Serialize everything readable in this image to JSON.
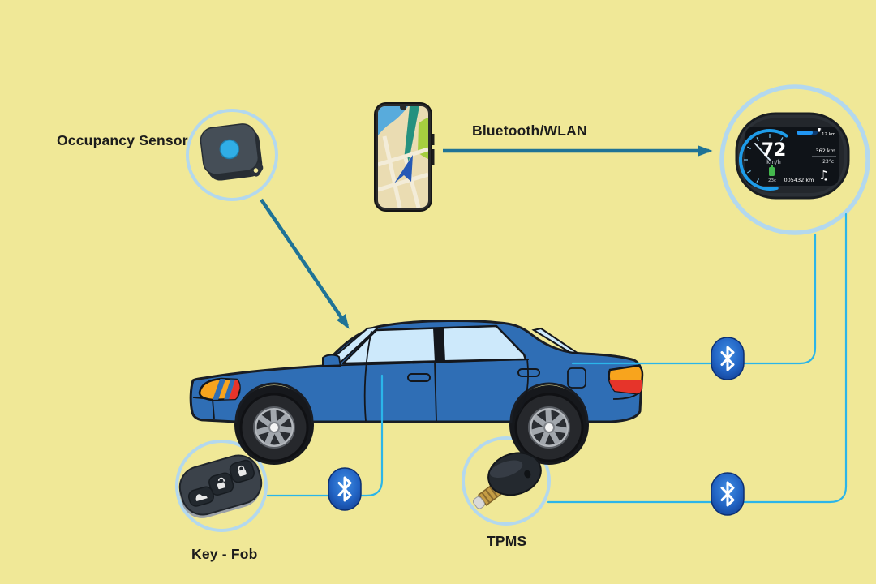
{
  "labels": {
    "occupancy_sensor": "Occupancy Sensor",
    "connection": "Bluetooth/WLAN",
    "key_fob": "Key - Fob",
    "tpms": "TPMS"
  },
  "dashboard": {
    "speed_value": "72",
    "speed_unit": "km/h",
    "fuel_range": "12 km",
    "range_total": "362 km",
    "outside_temp": "23°c",
    "battery_temp": "23c",
    "odometer": "005432 km",
    "music_icon": "♫"
  },
  "icons": {
    "bluetooth": "bluetooth-rune",
    "music_note": "♫",
    "lock": "padlock-closed",
    "unlock": "padlock-open",
    "trunk": "car-silhouette",
    "battery": "battery-bar",
    "fuel_pump": "fuel-pump",
    "navigation": "map-nav-arrow"
  },
  "colors": {
    "background": "#f0e897",
    "arrow_teal": "#1f7396",
    "connector_cyan": "#2bb5e9",
    "halo_blue": "#b3d8ee",
    "car_blue": "#2f6eb5",
    "bluetooth_blue": "#2264c4",
    "cluster_accent": "#1e9ce9",
    "battery_green": "#44b84d"
  }
}
